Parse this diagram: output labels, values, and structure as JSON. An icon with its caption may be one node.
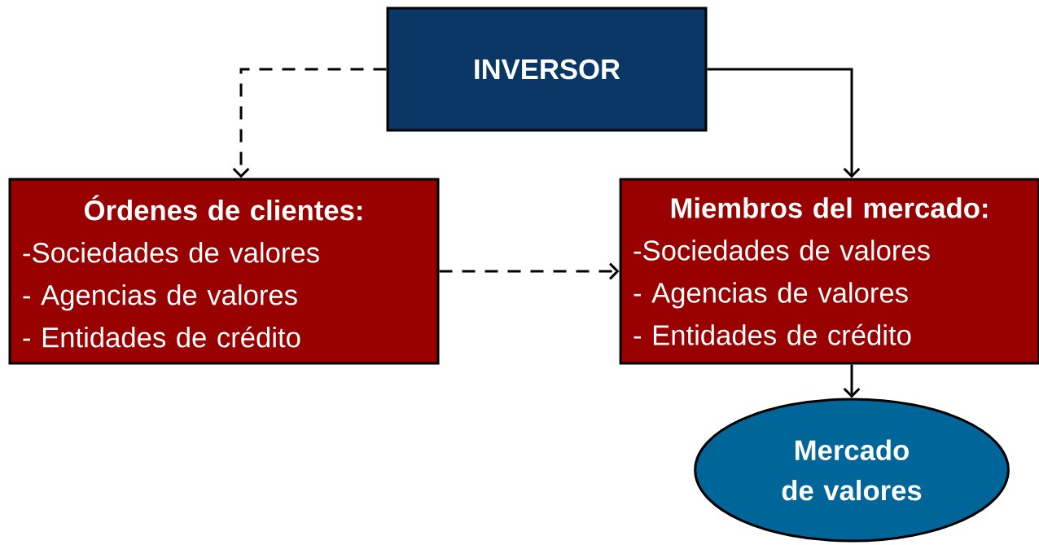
{
  "diagram": {
    "nodes": [
      {
        "text": [
          "INVERSOR"
        ]
      },
      {
        "text": [
          "Órdenes de clientes:",
          "-Sociedades de valores",
          "- Agencias de valores",
          "- Entidades de crédito"
        ]
      },
      {
        "text": [
          "Miembros del mercado:",
          "-Sociedades de valores",
          "- Agencias de valores",
          "- Entidades de crédito"
        ]
      },
      {
        "text": [
          "Mercado de valores"
        ]
      }
    ],
    "edges": [
      {
        "from": 0,
        "to": 1,
        "arrow": "to",
        "style": "dashed"
      },
      {
        "from": 0,
        "to": 2,
        "arrow": "to"
      },
      {
        "from": 1,
        "to": 2,
        "arrow": "to",
        "style": "dashed"
      },
      {
        "from": 2,
        "to": 3,
        "arrow": "to"
      }
    ]
  }
}
